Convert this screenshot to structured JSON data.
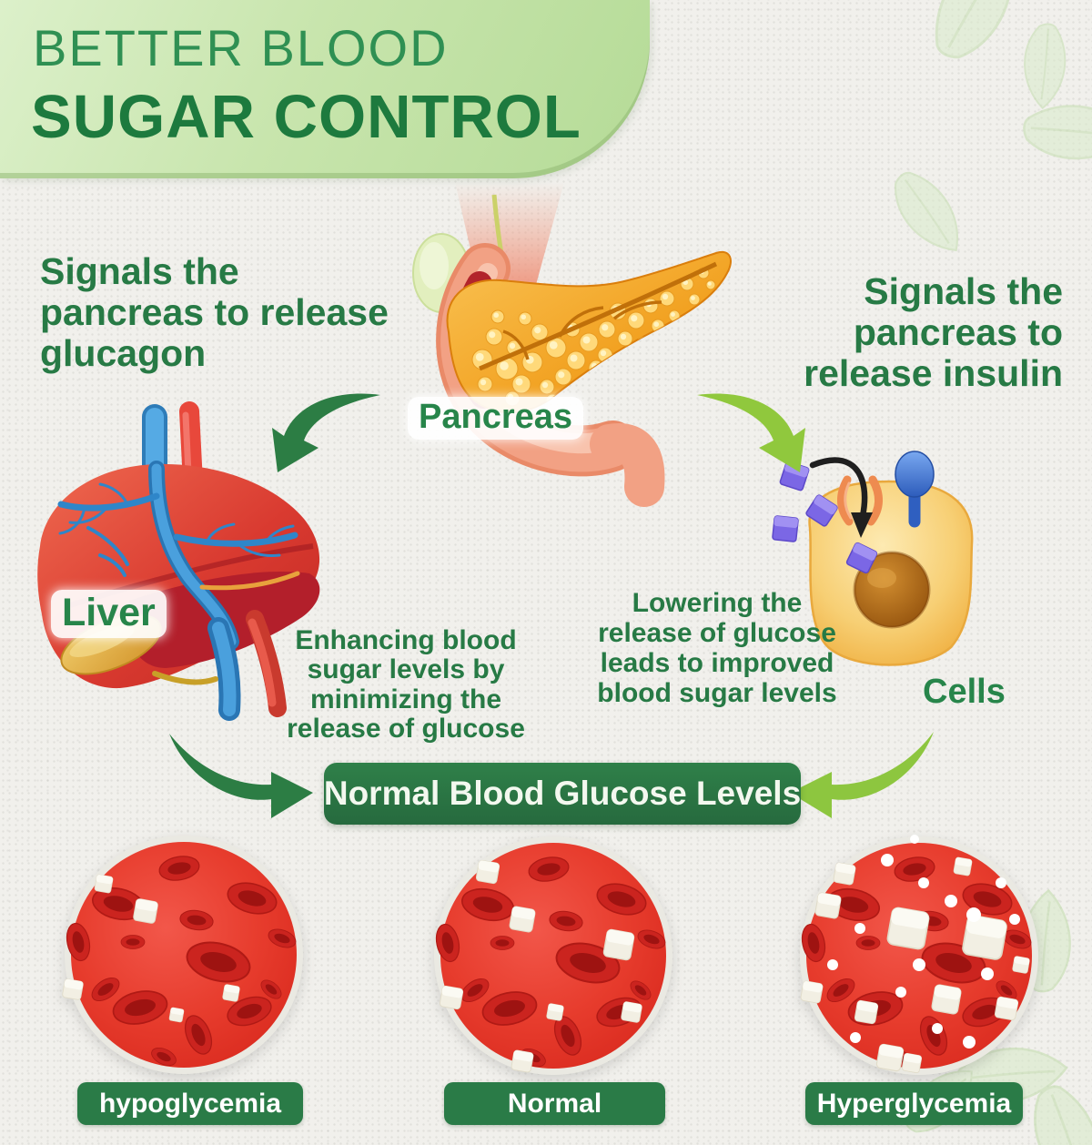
{
  "header": {
    "line1": "BETTER BLOOD",
    "line2": "SUGAR CONTROL"
  },
  "signals": {
    "left": "Signals the pancreas to release glucagon",
    "right": "Signals the pancreas to release insulin"
  },
  "organ_labels": {
    "pancreas": "Pancreas",
    "liver": "Liver",
    "cells": "Cells"
  },
  "notes": {
    "liver": "Enhancing blood sugar levels by minimizing the release of glucose",
    "cells": "Lowering the release of glucose leads to improved blood sugar levels"
  },
  "banner": {
    "label": "Normal Blood Glucose Levels"
  },
  "conditions": [
    {
      "label": "hypoglycemia"
    },
    {
      "label": "Normal"
    },
    {
      "label": "Hyperglycemia"
    }
  ],
  "colors": {
    "text_green": "#277a45",
    "header_green_light": "#c8e5ad",
    "dark_arrow_green": "#2c7d44",
    "light_arrow_green": "#8dc63f",
    "banner_green": "#2b7445",
    "pill_green": "#2a7b47",
    "blood_red": "#de2f22",
    "pancreas_orange": "#ef9512",
    "cell_yellow": "#f2b74b",
    "glucose_purple": "#7b67e5"
  }
}
